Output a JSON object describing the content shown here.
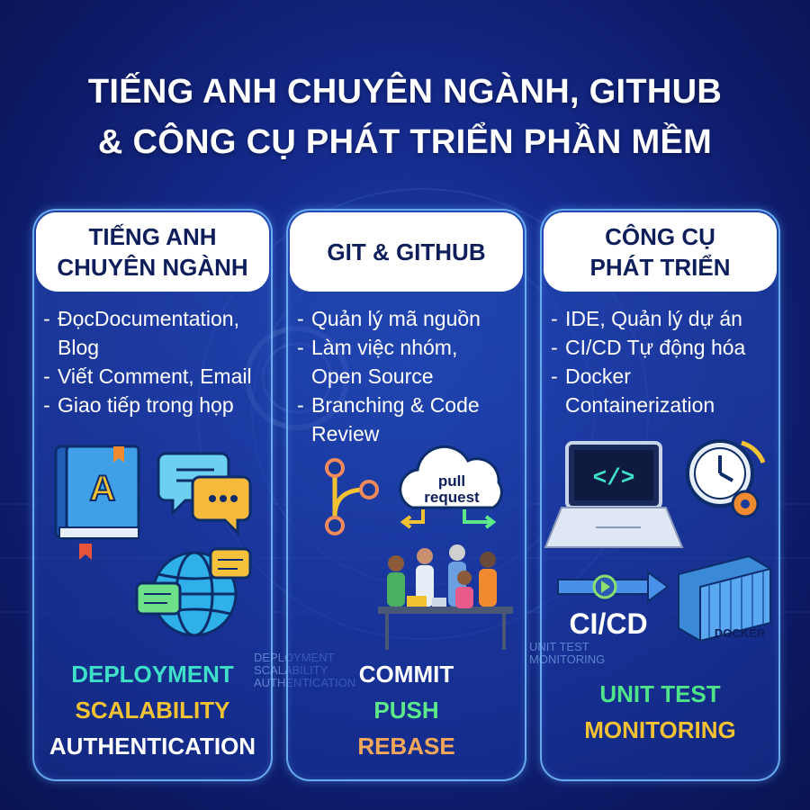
{
  "title": {
    "line1": "TIẾNG ANH CHUYÊN NGÀNH, GITHUB",
    "line2": "& CÔNG CỤ PHÁT TRIỂN PHẦN MỀM"
  },
  "cards": [
    {
      "heading_lines": [
        "TIẾNG ANH",
        "CHUYÊN NGÀNH"
      ],
      "bullets": [
        {
          "dash": "-",
          "text": "ĐọcDocumentation, Blog"
        },
        {
          "dash": "-",
          "text": "Viết Comment, Email"
        },
        {
          "dash": "-",
          "text": "Giao tiếp trong họp"
        }
      ],
      "keywords": [
        "DEPLOYMENT",
        "SCALABILITY",
        "AUTHENTICATION"
      ],
      "icon_letter": "A",
      "faint_text": [
        "DEPLOYMENT",
        "SCALABILITY",
        "AUTHENTICATION"
      ]
    },
    {
      "heading_lines": [
        "GIT & GITHUB"
      ],
      "bullets": [
        {
          "dash": "-",
          "text": "Quản lý mã nguồn"
        },
        {
          "dash": "-",
          "text": "Làm việc nhóm, Open Source"
        },
        {
          "dash": "-",
          "text": "Branching & Code Review"
        }
      ],
      "keywords": [
        "COMMIT",
        "PUSH",
        "REBASE"
      ],
      "cloud_label_lines": [
        "pull",
        "request"
      ]
    },
    {
      "heading_lines": [
        "CÔNG CỤ",
        "PHÁT TRIỂN"
      ],
      "bullets": [
        {
          "dash": "-",
          "text": "IDE, Quản lý dự án"
        },
        {
          "dash": "-",
          "text": "CI/CD Tự động hóa"
        },
        {
          "dash": "-",
          "text": "Docker Containerization"
        }
      ],
      "keywords": [
        "UNIT TEST",
        "MONITORING"
      ],
      "code_symbol": "</>",
      "cicd_label": "CI/CD",
      "docker_label": "DOCKER",
      "faint_text": [
        "UNIT TEST",
        "MONITORING"
      ]
    }
  ],
  "colors": {
    "deployment": "#3fe0c8",
    "scalability": "#f2c233",
    "authentication": "#ffffff",
    "commit": "#ffffff",
    "push": "#5de88a",
    "rebase": "#f5a85a",
    "unit_test": "#4fe38a",
    "monitoring": "#f2c233"
  }
}
